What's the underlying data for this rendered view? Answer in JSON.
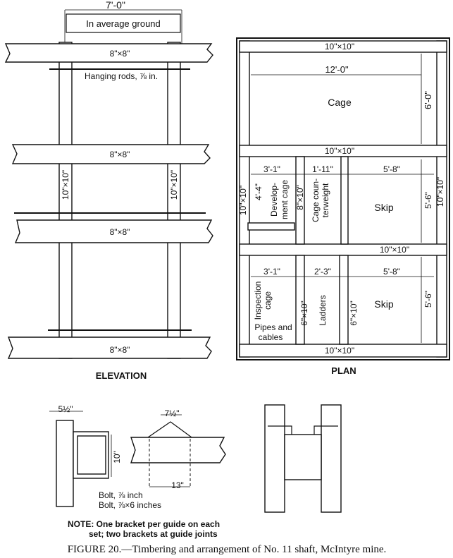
{
  "elevation": {
    "span_dim": "7'-0\"",
    "ground_label": "In average ground",
    "beam_labels": [
      "8\"×8\"",
      "8\"×8\"",
      "8\"×8\"",
      "8\"×8\""
    ],
    "hanging_rods": "Hanging rods, ⅞ in.",
    "post_left": "10\"×10\"",
    "post_right": "10\"×10\"",
    "caption": "ELEVATION"
  },
  "plan": {
    "wall_labels": [
      "10\"×10\"",
      "10\"×10\"",
      "10\"×10\"",
      "10\"×10\""
    ],
    "side_left": "10\"×10\"",
    "side_right": "10\"×10\"",
    "cage_width": "12'-0\"",
    "cage_height": "6'-0\"",
    "cage": "Cage",
    "dims_row2": [
      "3'-1\"",
      "1'-11\"",
      "5'-8\""
    ],
    "dev_height": "4'-4\"",
    "development_cage": [
      "Develop-",
      "ment cage"
    ],
    "divider": "8\"×10\"",
    "counterweight": [
      "Cage coun-",
      "terweight"
    ],
    "skip_row2": "Skip",
    "skip_height_row2": "5'-6\"",
    "dims_row3": [
      "3'-1\"",
      "2'-3\"",
      "5'-8\""
    ],
    "inspection_cage": [
      "Inspection",
      "cage"
    ],
    "divider_a": "6\"×10\"",
    "ladders": "Ladders",
    "divider_b": "6\"×10\"",
    "skip_row3": "Skip",
    "skip_height_row3": "5'-6\"",
    "pipes_cables": [
      "Pipes and",
      "cables"
    ],
    "caption": "PLAN"
  },
  "detail": {
    "dim_5_half": "5½\"",
    "dim_7_half": "7½\"",
    "dim_10": "10\"",
    "dim_13": "13\"",
    "bolt_1": "Bolt, ⅞ inch",
    "bolt_2": "Bolt, ⅞×6 inches",
    "note": [
      "NOTE: One bracket per guide on each",
      "set; two brackets at guide joints"
    ]
  },
  "figure_caption": "FIGURE 20.—Timbering and arrangement of No. 11 shaft, McIntyre mine."
}
